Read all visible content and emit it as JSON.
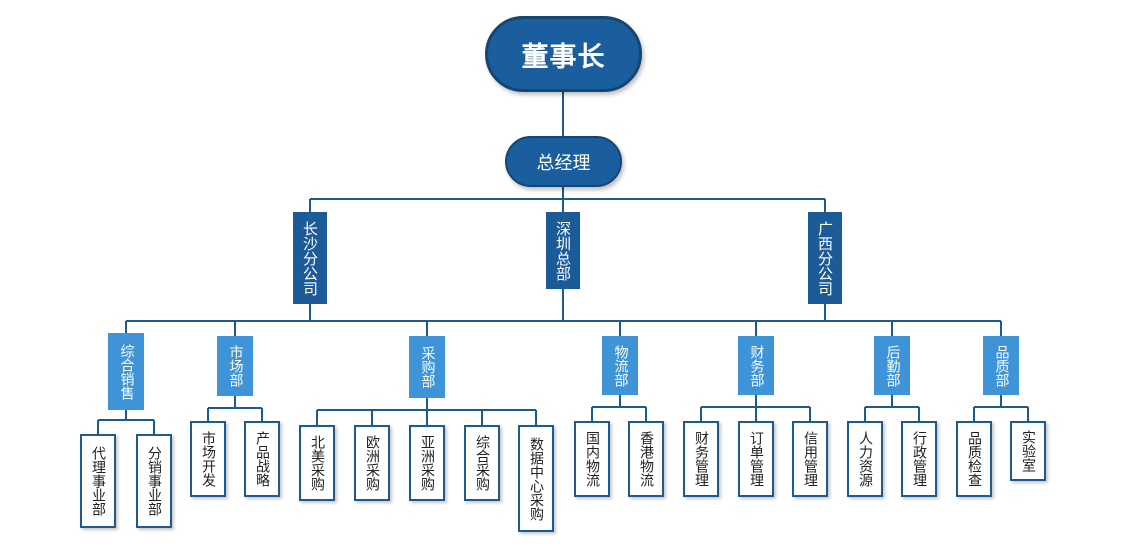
{
  "root": "董事长",
  "manager": "总经理",
  "branches": [
    "长沙分公司",
    "深圳总部",
    "广西分公司"
  ],
  "departments": [
    {
      "name": "综合销售",
      "children": [
        "代理事业部",
        "分销事业部"
      ]
    },
    {
      "name": "市场部",
      "children": [
        "市场开发",
        "产品战略"
      ]
    },
    {
      "name": "采购部",
      "children": [
        "北美采购",
        "欧洲采购",
        "亚洲采购",
        "综合采购",
        "数据中心采购"
      ]
    },
    {
      "name": "物流部",
      "children": [
        "国内物流",
        "香港物流"
      ]
    },
    {
      "name": "财务部",
      "children": [
        "财务管理",
        "订单管理",
        "信用管理"
      ]
    },
    {
      "name": "后勤部",
      "children": [
        "人力资源",
        "行政管理"
      ]
    },
    {
      "name": "品质部",
      "children": [
        "品质检查",
        "实验室"
      ]
    }
  ]
}
